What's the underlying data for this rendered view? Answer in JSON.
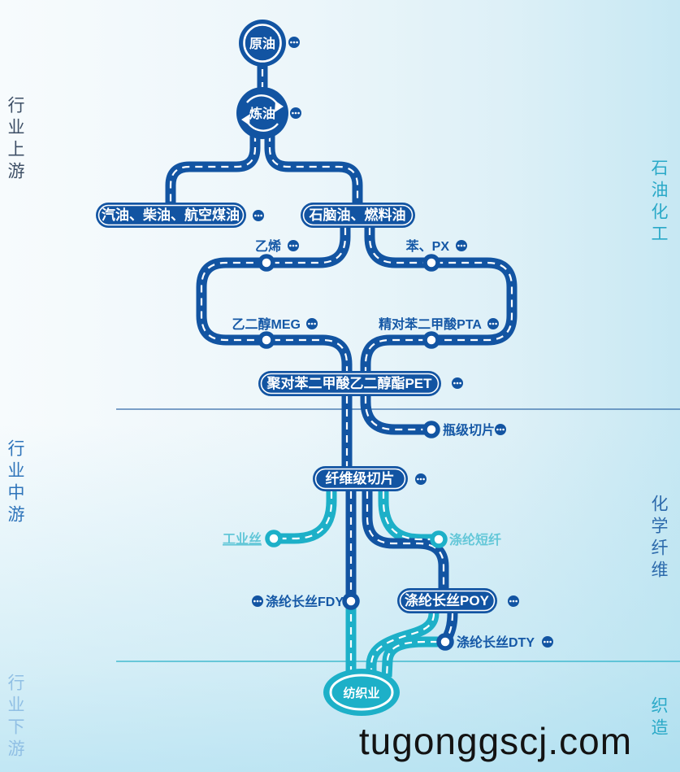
{
  "diagram": {
    "title_context": "petrochemical-polyester-textile industry chain",
    "stages": {
      "upstream": "行业上游",
      "midstream": "行业中游",
      "downstream": "行业下游"
    },
    "sectors": {
      "petrochemical": "石油化工",
      "chemical_fiber": "化学纤维",
      "weaving": "织造"
    },
    "nodes": {
      "crude_oil": "原油",
      "refining": "炼油",
      "gasoline_diesel_kerosene": "汽油、柴油、航空煤油",
      "naphtha_fuel_oil": "石脑油、燃料油",
      "ethylene": "乙烯",
      "benzene_px": "苯、PX",
      "meg": "乙二醇MEG",
      "pta": "精对苯二甲酸PTA",
      "pet": "聚对苯二甲酸乙二醇酯PET",
      "bottle_chip": "瓶级切片",
      "fiber_chip": "纤维级切片",
      "industrial_yarn": "工业丝",
      "staple_fiber": "涤纶短纤",
      "fdy": "涤纶长丝FDY",
      "poy": "涤纶长丝POY",
      "dty": "涤纶长丝DTY",
      "textile": "纺织业"
    },
    "colors": {
      "primary_blue": "#1254a2",
      "teal": "#1db0c8",
      "light_teal": "#63c7d8",
      "divider_blue": "#336aa8",
      "divider_teal": "#27b1c7"
    }
  },
  "watermark": "tugonggscj.com"
}
